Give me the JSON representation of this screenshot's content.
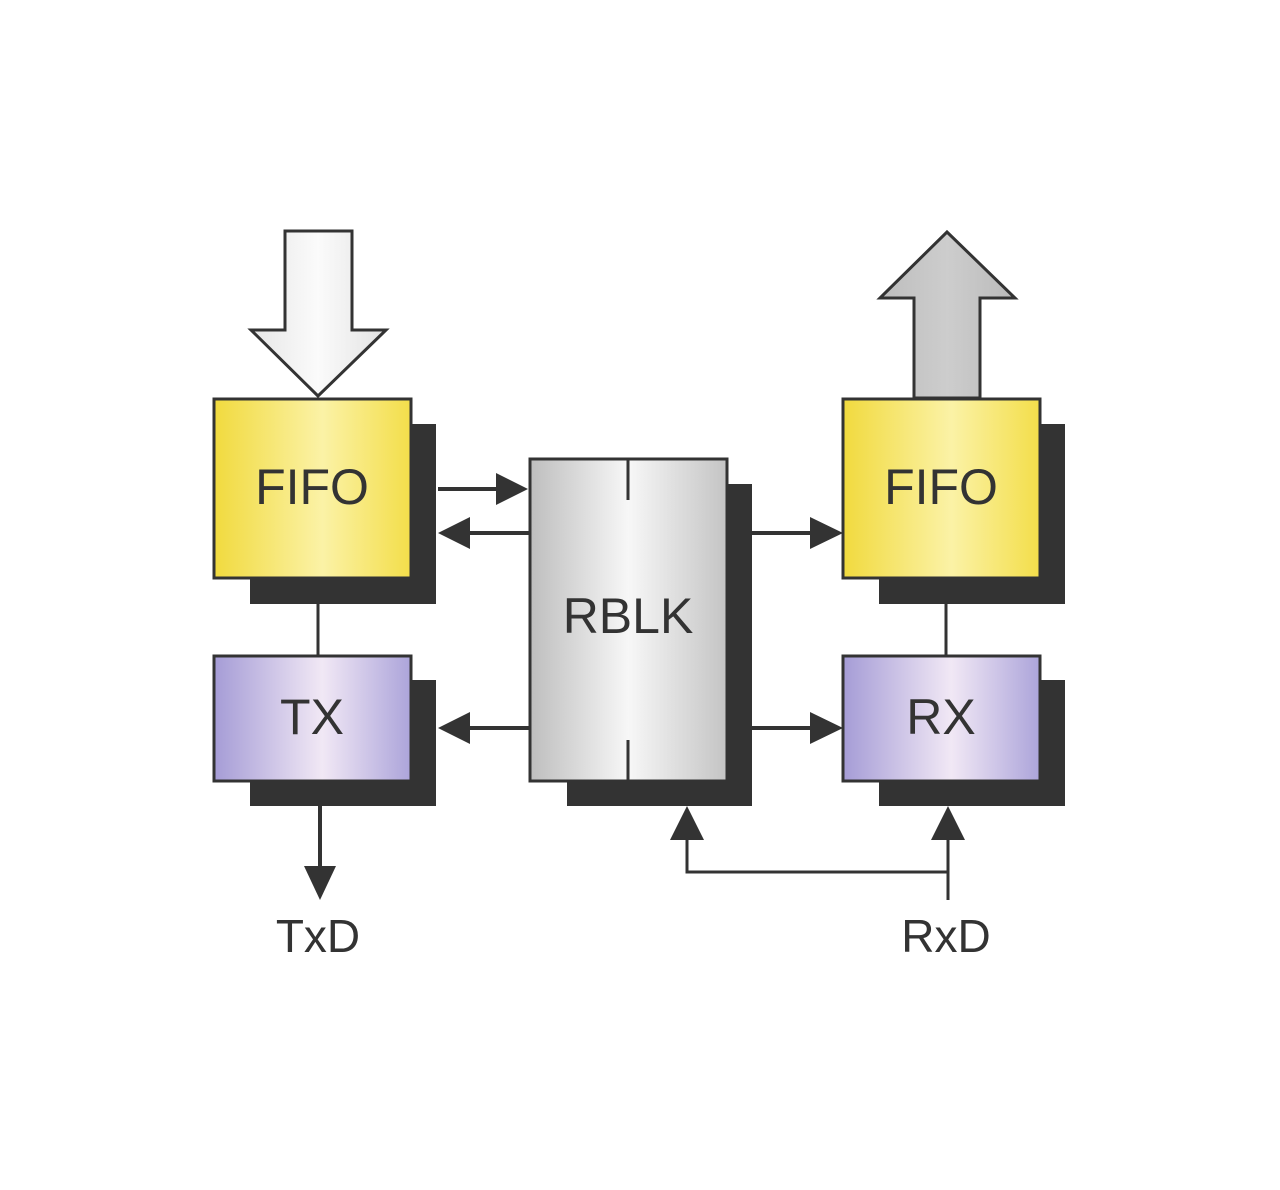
{
  "diagram": {
    "blocks": {
      "tx_fifo": "FIFO",
      "tx": "TX",
      "rblk": "RBLK",
      "rx_fifo": "FIFO",
      "rx": "RX"
    },
    "signals": {
      "txd": "TxD",
      "rxd": "RxD"
    }
  },
  "colors": {
    "fifo": "#f5e24a",
    "tx_rx": "#b3aadc",
    "rblk": "#d6d6d6",
    "shadow": "#333333",
    "line": "#333333"
  }
}
